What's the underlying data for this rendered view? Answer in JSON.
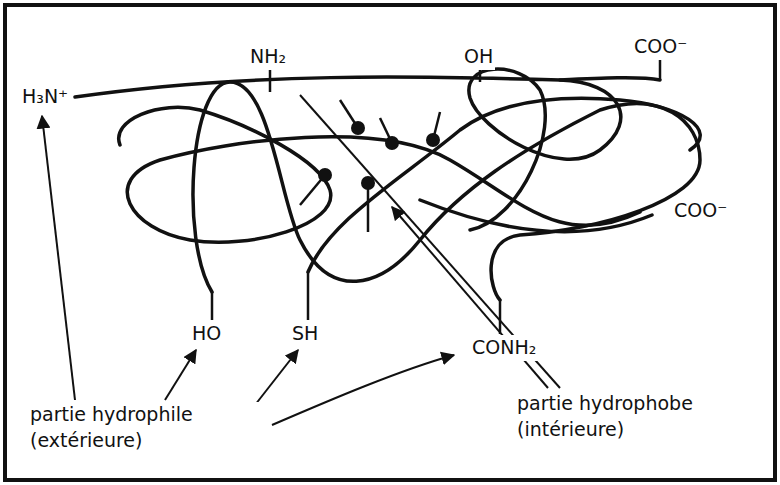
{
  "diagram": {
    "labels": [
      "H₃N⁺",
      "NH₂",
      "OH",
      "COO⁻",
      "COO⁻",
      "HO",
      "SH",
      "CONH₂",
      "partie hydrophile (extérieure)",
      "partie hydrophobe (intérieure)"
    ]
  }
}
